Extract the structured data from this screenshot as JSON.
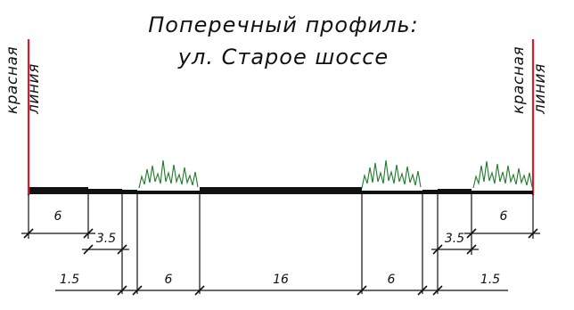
{
  "title": {
    "line1": "Поперечный профиль:",
    "line2": "ул. Старое шоссе"
  },
  "red_line_label": {
    "line1": "красная",
    "line2": "линия"
  },
  "colors": {
    "red_line": "#d81c2c",
    "grass": "#1f7a2a",
    "ink": "#111111"
  },
  "dimensions": {
    "left_sidewalk": "6",
    "left_bike": "3.5",
    "left_buffer": "1.5",
    "left_green": "6",
    "carriageway": "16",
    "right_green": "6",
    "right_buffer": "1.5",
    "right_bike": "3.5",
    "right_sidewalk": "6"
  }
}
